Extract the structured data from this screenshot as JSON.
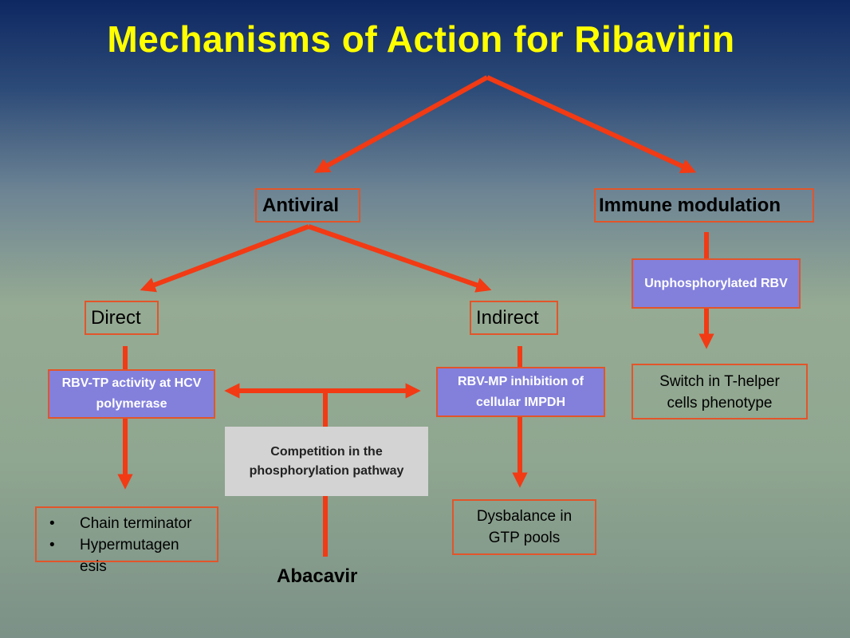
{
  "title": "Mechanisms of Action for Ribavirin",
  "nodes": {
    "antiviral": "Antiviral",
    "immune_modulation": "Immune modulation",
    "direct": "Direct",
    "indirect": "Indirect",
    "unphosphorylated_rbv": "Unphosphorylated RBV",
    "switch_t_helper": "Switch in T-helper cells phenotype",
    "rbv_tp": "RBV-TP activity at HCV polymerase",
    "rbv_mp": "RBV-MP inhibition of cellular IMPDH",
    "competition": "Competition in the phosphorylation pathway",
    "dysbalance": "Dysbalance in GTP pools",
    "abacavir": "Abacavir"
  },
  "direct_outcomes": [
    "Chain terminator",
    "Hypermutagen esis"
  ],
  "colors": {
    "arrow": "#f23a14",
    "title": "#ffff00",
    "purple_box": "#8380dc",
    "gray_box": "#d3d3d3",
    "box_border": "#e2552a"
  }
}
